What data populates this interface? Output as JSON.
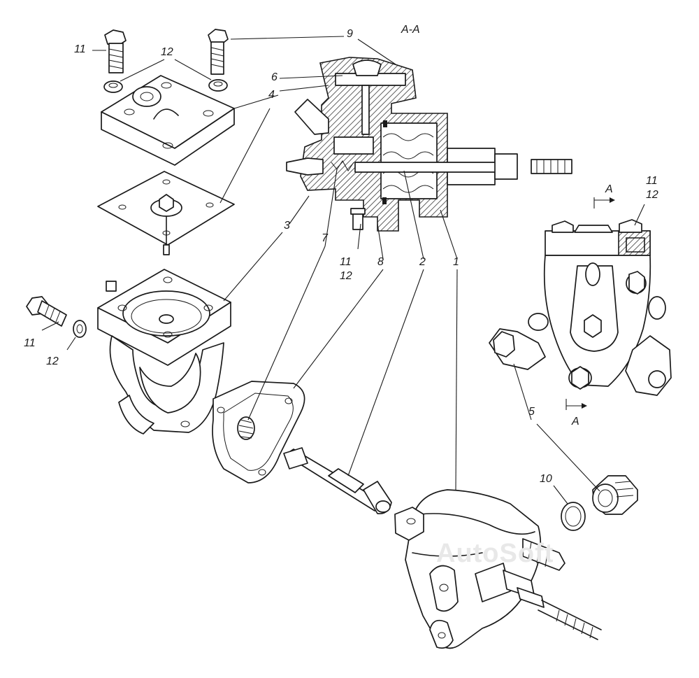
{
  "section_title": "A-A",
  "section_marks": [
    "A",
    "A"
  ],
  "labels": {
    "l11_bolt_top": "11",
    "l12_washers_top": "12",
    "l9": "9",
    "l6": "6",
    "l4": "4",
    "l3": "3",
    "l7": "7",
    "l11_mid": "11",
    "l12_mid": "12",
    "l8": "8",
    "l2": "2",
    "l1": "1",
    "l11_right": "11",
    "l12_right": "12",
    "l11_left": "11",
    "l12_left": "12",
    "l5": "5",
    "l10": "10"
  },
  "watermark": "AutoSoft",
  "colors": {
    "ink": "#1a1a1a",
    "paper": "#ffffff",
    "watermark": "#e8e8e8"
  }
}
